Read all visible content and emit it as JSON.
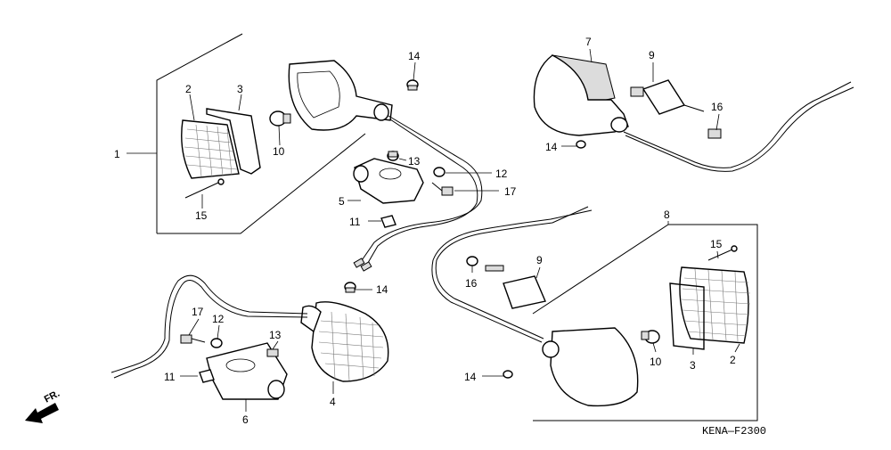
{
  "diagram": {
    "catalog_code": "KENA—F2300",
    "front_marker": "FR.",
    "callouts": {
      "c1": "1",
      "c2a": "2",
      "c3a": "3",
      "c14a": "14",
      "c10a": "10",
      "c15a": "15",
      "c13a": "13",
      "c12a": "12",
      "c17a": "17",
      "c5": "5",
      "c11a": "11",
      "c7": "7",
      "c9a": "9",
      "c16a": "16",
      "c14b": "14",
      "c8": "8",
      "c15b": "15",
      "c9b": "9",
      "c16b": "16",
      "c10b": "10",
      "c3b": "3",
      "c2b": "2",
      "c14c": "14",
      "c14d": "14",
      "c17b": "17",
      "c12b": "12",
      "c13b": "13",
      "c11b": "11",
      "c6": "6",
      "c4": "4"
    }
  }
}
